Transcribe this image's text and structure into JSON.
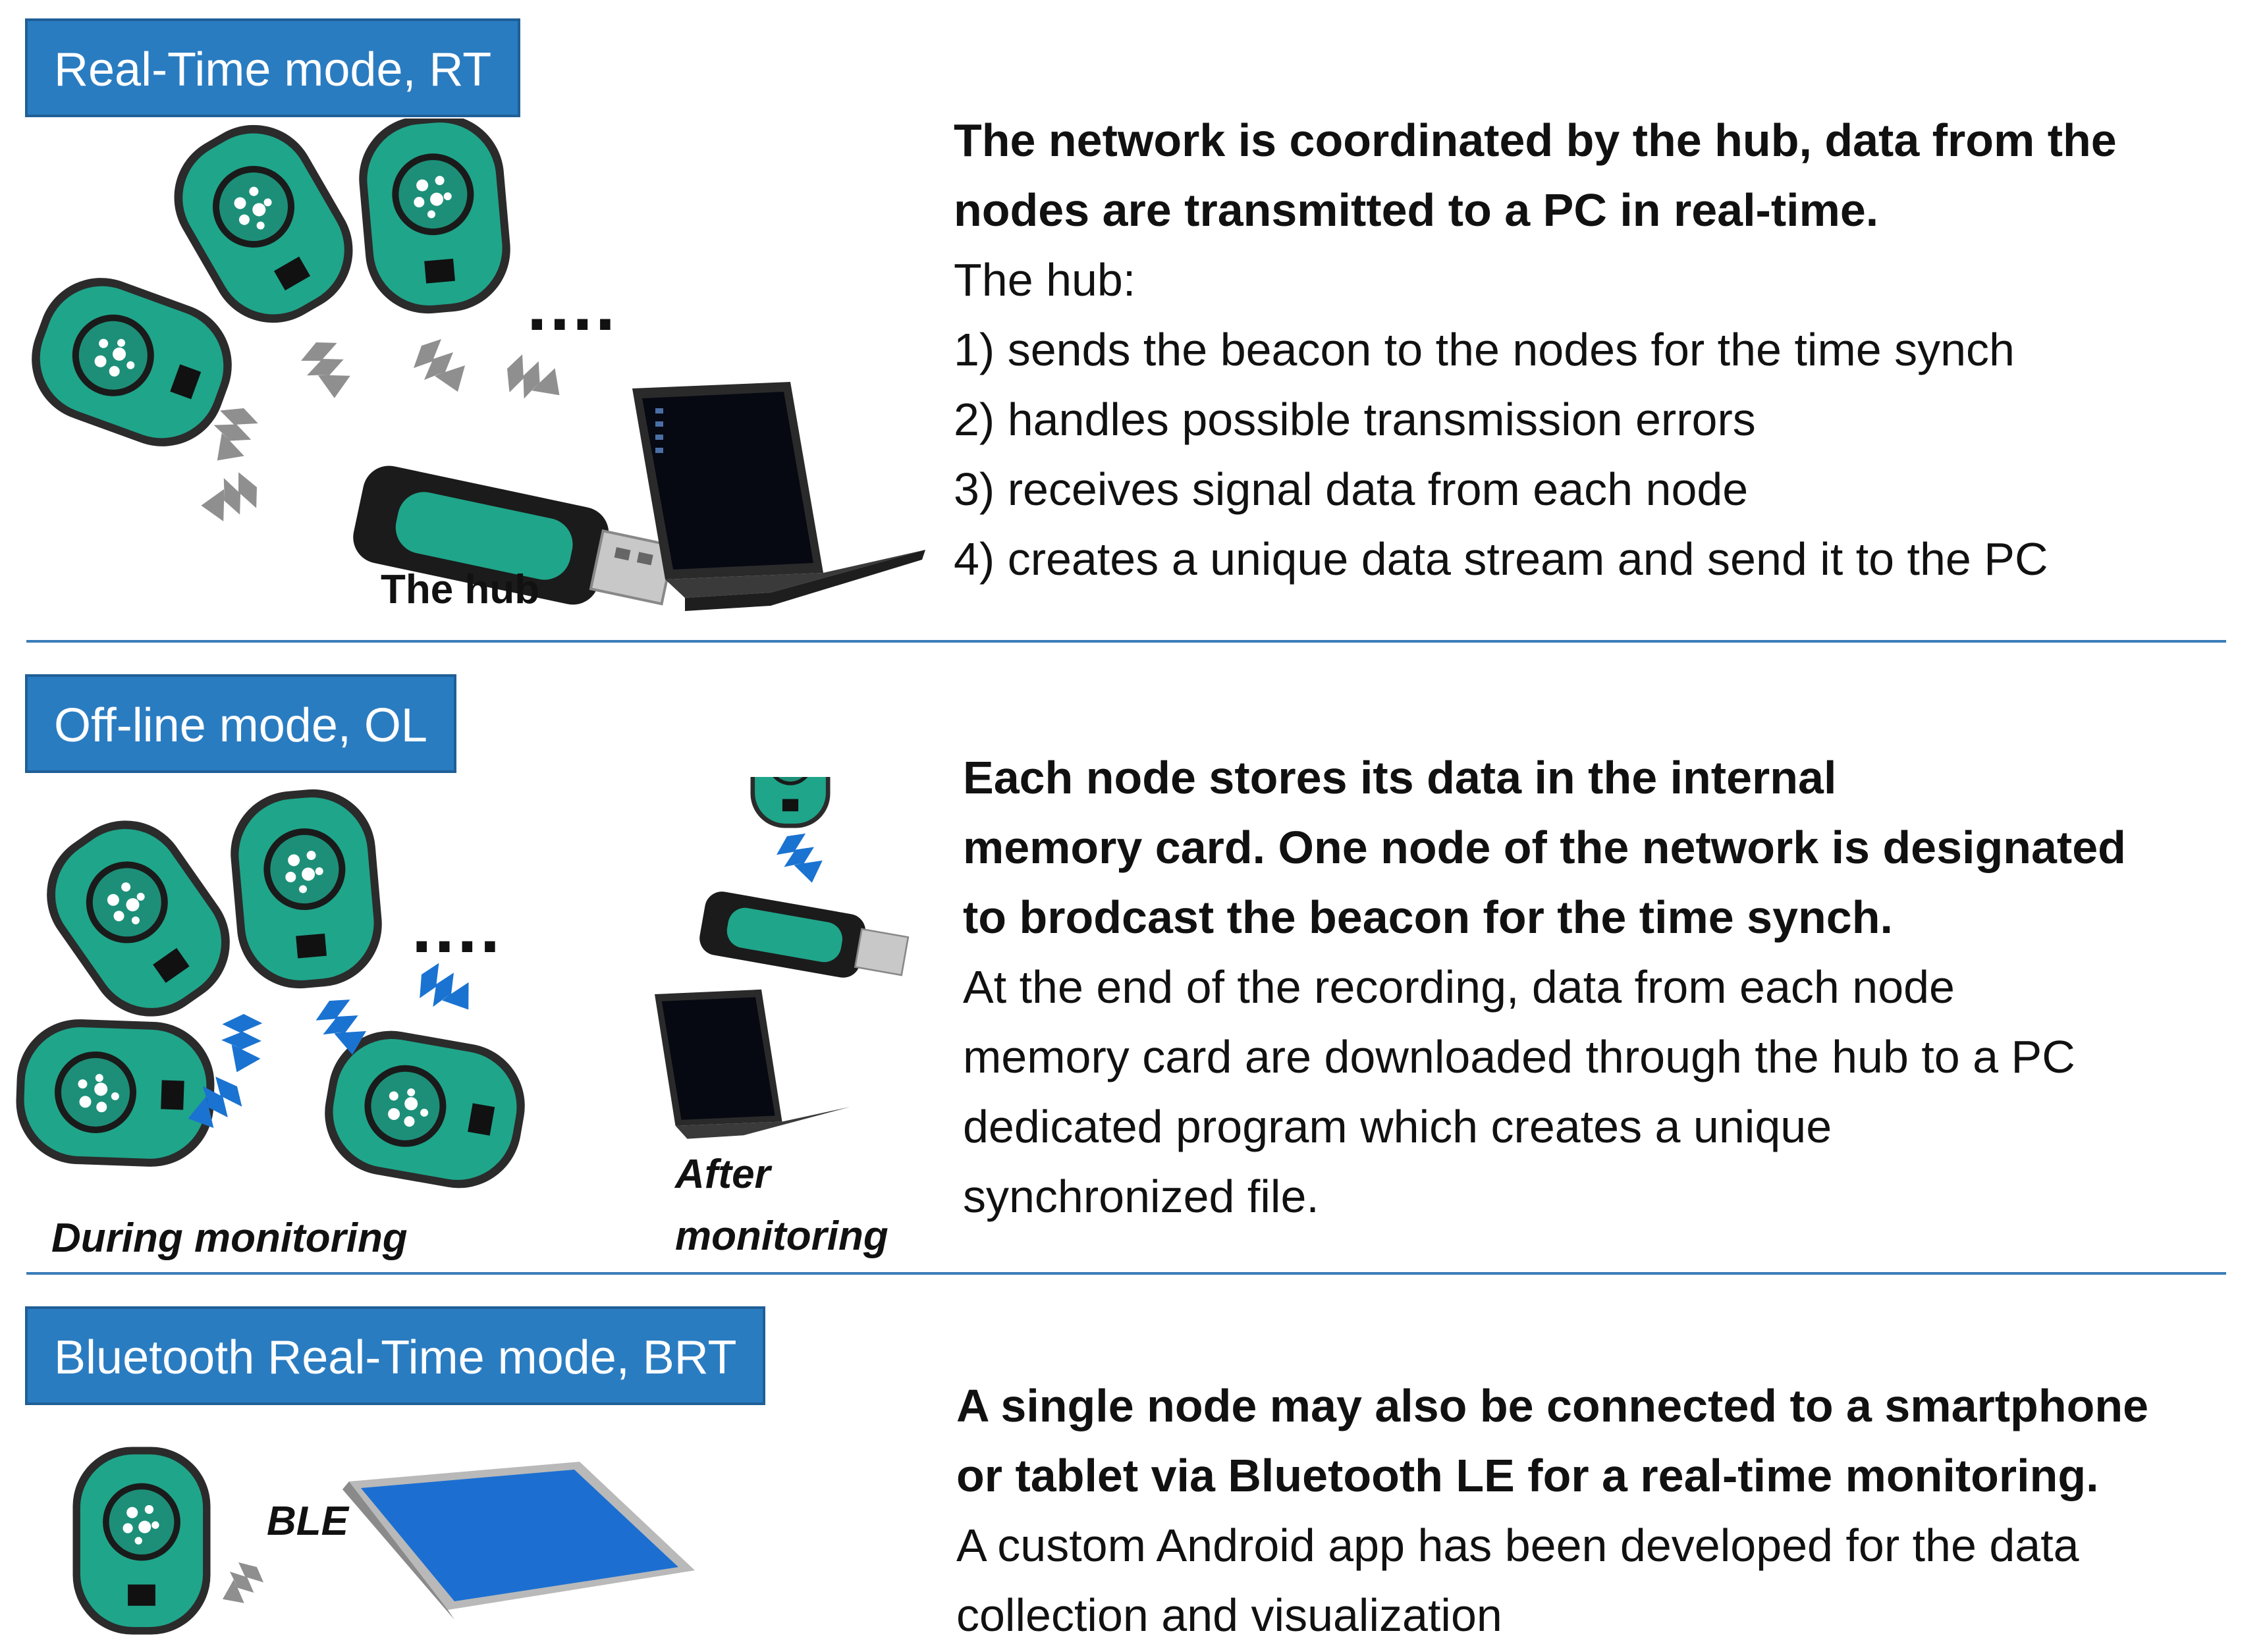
{
  "colors": {
    "label_bg": "#2a7cc1",
    "node_green": "#1fa58a",
    "bolt_gray": "#8f8f8f",
    "bolt_blue": "#1a73d1"
  },
  "rt": {
    "label": "Real-Time mode, RT",
    "hub_caption": "The hub",
    "dots": "....",
    "headline": [
      "The network is coordinated by the hub, data from the",
      "nodes are transmitted to a PC in real-time."
    ],
    "intro": "The hub:",
    "items": [
      "1) sends the beacon to the nodes for the time synch",
      "2) handles possible transmission errors",
      "3) receives signal data from each node",
      "4) creates a unique data stream and send it to the PC"
    ]
  },
  "ol": {
    "label": "Off-line mode, OL",
    "dots": "....",
    "during_caption": "During monitoring",
    "after_caption_1": "After",
    "after_caption_2": "monitoring",
    "headline": [
      "Each node stores its data in the internal",
      "memory card. One node of the network is designated",
      "to brodcast the beacon for the time synch."
    ],
    "body": [
      "At the end of the recording, data from each node",
      "memory card are downloaded through the hub to a PC",
      "dedicated program which creates a unique",
      "synchronized file."
    ]
  },
  "brt": {
    "label": "Bluetooth Real-Time mode, BRT",
    "ble_caption": "BLE",
    "headline": [
      "A single node may also be connected to a smartphone",
      "or tablet via Bluetooth LE for a real-time monitoring."
    ],
    "body": [
      "A custom Android app has been developed for the data",
      "collection and visualization"
    ]
  }
}
